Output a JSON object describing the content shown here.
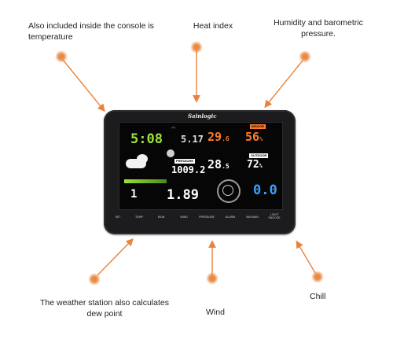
{
  "callouts": {
    "temperature": "Also included inside the console is temperature",
    "heat_index": "Heat index",
    "humidity_pressure": "Humidity and barometric pressure.",
    "dew_point": "The weather station also calculates dew point",
    "wind": "Wind",
    "chill": "Chill"
  },
  "console": {
    "brand": "Sainlogic",
    "time": "5:08",
    "date": "5.17",
    "indoor_label": "INDOOR",
    "indoor_temp": "29",
    "indoor_temp_dec": ".6",
    "indoor_humidity": "56",
    "pressure_label": "PRESSURE",
    "pressure_value": "1009.2",
    "outdoor_label": "OUTDOOR",
    "outdoor_temp": "28",
    "outdoor_temp_dec": ".5",
    "outdoor_humidity": "72",
    "rain_value": "1",
    "light_value": "89",
    "uv_value": "0.0",
    "buttons": [
      "SET",
      "TEMP",
      "RAIN",
      "WIND",
      "PRESSURE",
      "ALARM",
      "MAX/MIN",
      "LIGHT SNOOZE"
    ]
  },
  "colors": {
    "accent_orange": "#e8833a",
    "lcd_green": "#9fe03b",
    "lcd_orange": "#ff7a2b",
    "lcd_blue": "#3aa0ff"
  }
}
